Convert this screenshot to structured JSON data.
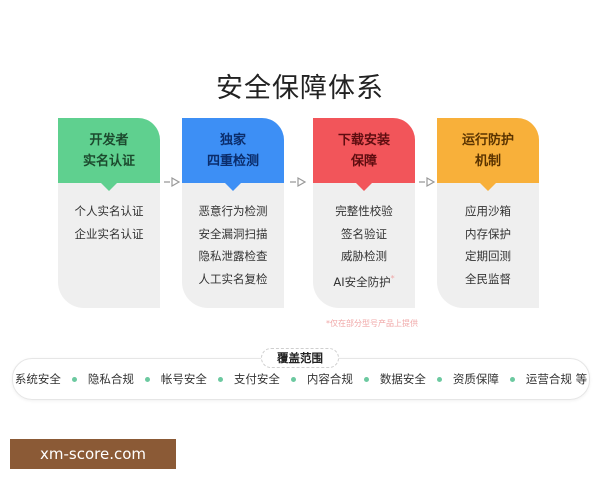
{
  "title": "安全保障体系",
  "colors": {
    "green": "#5fd08f",
    "blue": "#3d8ff5",
    "red": "#f2555a",
    "orange": "#f8b03a",
    "card_body": "#efefef",
    "dot": "#6cc9a0",
    "note": "#f0a8a8",
    "watermark_bg": "#8b5a36"
  },
  "cards": [
    {
      "head_line1": "开发者",
      "head_line2": "实名认证",
      "items": [
        "个人实名认证",
        "企业实名认证",
        "",
        ""
      ]
    },
    {
      "head_line1": "独家",
      "head_line2": "四重检测",
      "items": [
        "恶意行为检测",
        "安全漏洞扫描",
        "隐私泄露检查",
        "人工实名复检"
      ]
    },
    {
      "head_line1": "下载安装",
      "head_line2": "保障",
      "items": [
        "完整性校验",
        "签名验证",
        "威胁检测",
        "AI安全防护"
      ],
      "footnote_mark": "*"
    },
    {
      "head_line1": "运行防护",
      "head_line2": "机制",
      "items": [
        "应用沙箱",
        "内存保护",
        "定期回测",
        "全民监督"
      ]
    }
  ],
  "footnote": "*仅在部分型号产品上提供",
  "scope": {
    "label": "覆盖范围",
    "items": [
      "系统安全",
      "隐私合规",
      "帐号安全",
      "支付安全",
      "内容合规",
      "数据安全",
      "资质保障",
      "运营合规 等"
    ]
  },
  "watermark": "xm-score.com"
}
